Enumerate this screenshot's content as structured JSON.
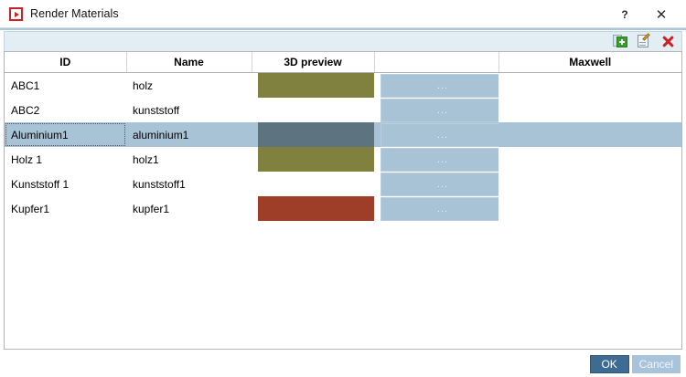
{
  "window": {
    "title": "Render Materials",
    "icon": "app-play-icon",
    "help_label": "?",
    "close_label": "✕"
  },
  "toolbar": {
    "buttons": [
      {
        "name": "add-material-button",
        "icon": "add-plus-icon",
        "label": ""
      },
      {
        "name": "edit-material-button",
        "icon": "edit-pencil-icon",
        "label": ""
      },
      {
        "name": "delete-material-button",
        "icon": "delete-cross-icon",
        "label": ""
      }
    ]
  },
  "table": {
    "columns": [
      {
        "key": "id",
        "label": "ID"
      },
      {
        "key": "name",
        "label": "Name"
      },
      {
        "key": "preview",
        "label": "3D preview"
      },
      {
        "key": "action",
        "label": ""
      },
      {
        "key": "maxwell",
        "label": "Maxwell"
      }
    ],
    "rows": [
      {
        "id": "ABC1",
        "name": "holz",
        "preview_color": "#80803f",
        "has_preview": true,
        "action_label": "...",
        "has_action": true,
        "maxwell": "",
        "selected": false
      },
      {
        "id": "ABC2",
        "name": "kunststoff",
        "preview_color": "",
        "has_preview": false,
        "action_label": "...",
        "has_action": true,
        "maxwell": "",
        "selected": false
      },
      {
        "id": "Aluminium1",
        "name": "aluminium1",
        "preview_color": "#5d7380",
        "has_preview": true,
        "action_label": "...",
        "has_action": true,
        "maxwell": "",
        "selected": true
      },
      {
        "id": "Holz 1",
        "name": "holz1",
        "preview_color": "#80803f",
        "has_preview": true,
        "action_label": "...",
        "has_action": true,
        "maxwell": "",
        "selected": false
      },
      {
        "id": "Kunststoff 1",
        "name": "kunststoff1",
        "preview_color": "",
        "has_preview": false,
        "action_label": "...",
        "has_action": true,
        "maxwell": "",
        "selected": false
      },
      {
        "id": "Kupfer1",
        "name": "kupfer1",
        "preview_color": "#9e3d28",
        "has_preview": true,
        "action_label": "...",
        "has_action": true,
        "maxwell": "",
        "selected": false
      }
    ]
  },
  "footer": {
    "ok_label": "OK",
    "cancel_label": "Cancel"
  },
  "colors": {
    "selection": "#a9c3d6",
    "action_button": "#a8c2d6",
    "primary_button": "#3e6b92",
    "secondary_button": "#a9c4da",
    "accent": "#a9c7dd",
    "toolbar_bg": "#e2edf4",
    "title_icon_red": "#cc2127"
  }
}
